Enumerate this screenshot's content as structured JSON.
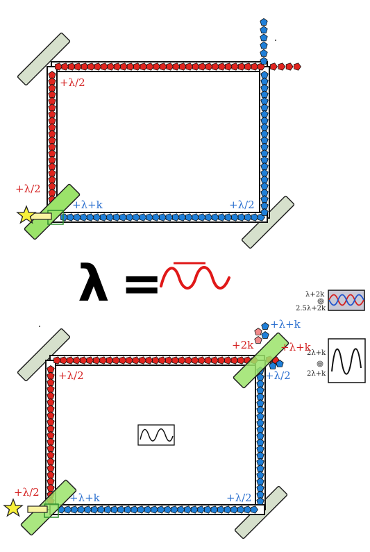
{
  "colors": {
    "red_photon": "#e0251f",
    "blue_photon": "#1f7fd8",
    "mirror": "#d6e0cc",
    "beam_splitter": "#9be36a",
    "star": "#f7f03a",
    "wave": "#e01818"
  },
  "top_diagram": {
    "label_top_left": "+λ/2",
    "label_source_left": "+λ/2",
    "label_bottom_mid": "+λ+k",
    "label_bottom_right": "+λ/2"
  },
  "equation": {
    "symbol": "λ",
    "equals": "="
  },
  "legend": {
    "mix_top": "λ+2k",
    "mix_bottom": "2.5λ+2k",
    "wave_top": "2λ+k",
    "wave_bottom": "2λ+k"
  },
  "bottom_diagram": {
    "label_top_right_blue": "+λ+k",
    "label_2k": "+2k",
    "label_right_red": "+λ+k",
    "label_right_blue": "+λ/2",
    "label_left": "+λ/2",
    "label_source_left": "+λ/2",
    "label_bottom_mid": "+λ+k",
    "label_bottom_right": "+λ/2"
  }
}
